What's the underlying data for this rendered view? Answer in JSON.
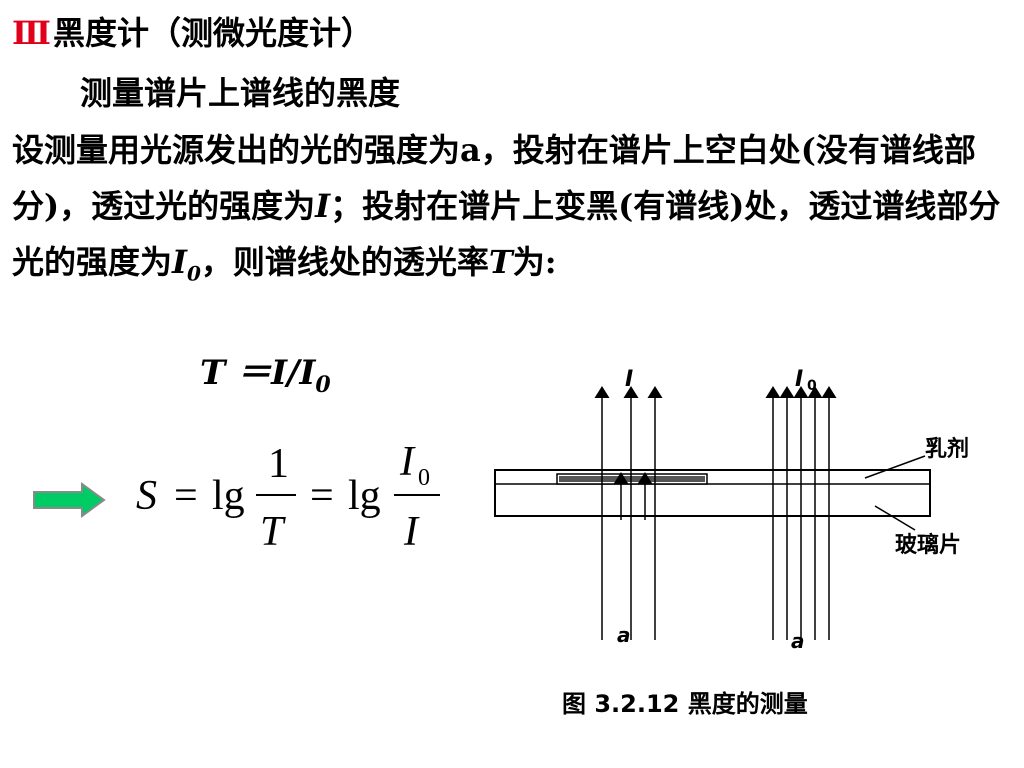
{
  "heading": {
    "roman": "Ⅲ",
    "title": "黑度计（测微光度计）"
  },
  "subheading": "测量谱片上谱线的黑度",
  "paragraph": {
    "s1": "设测量用光源发出的光的强度为",
    "a": "a",
    "s2": "，投射在谱片上空白处(没有谱线部分)，透过光的强度为",
    "I": "I",
    "s3": "；投射在谱片上变黑(有谱线)处，透过谱线部分光的强度为",
    "I0_main": "I",
    "I0_sub": "0",
    "s4": "，则谱线处的透光率",
    "T": "T",
    "s5": "为:"
  },
  "formula_T": {
    "lhs": "T ＝I/I",
    "sub": "0"
  },
  "formula_S": {
    "S": "S",
    "eq1": "=",
    "lg1": "lg",
    "num1": "1",
    "den1": "T",
    "eq2": "=",
    "lg2": "lg",
    "num2": "I",
    "num2_sub": "0",
    "den2": "I"
  },
  "figure": {
    "label_I": "I",
    "label_I0": "I",
    "label_I0_sub": "0",
    "label_emulsion": "乳剂",
    "label_glass": "玻璃片",
    "label_a_left": "a",
    "label_a_right": "a",
    "caption": "图 3.2.12    黑度的测量"
  },
  "colors": {
    "arrow_fill": "#00cc66",
    "arrow_stroke": "#8a8a8a",
    "roman": "#e0001b"
  }
}
